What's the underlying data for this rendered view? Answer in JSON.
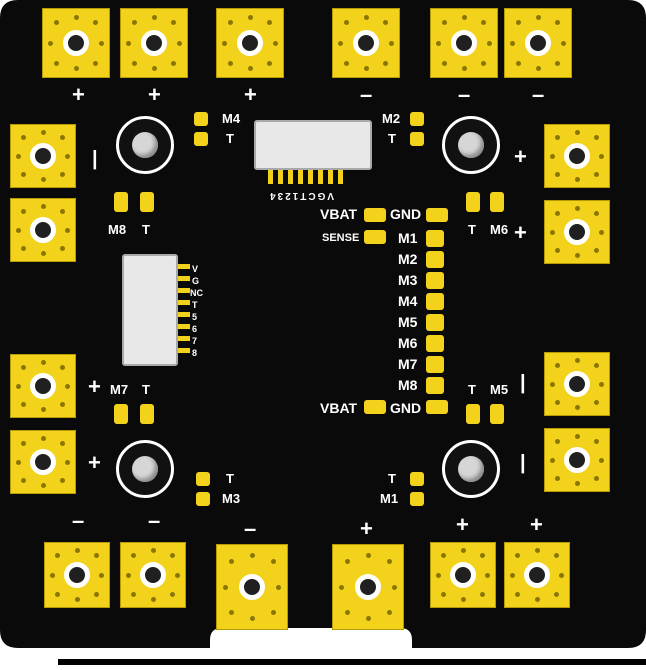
{
  "board": {
    "top_signs": [
      "+",
      "+",
      "+",
      "–",
      "–",
      "–"
    ],
    "bottom_signs": [
      "–",
      "–",
      "–",
      "+",
      "+",
      "+"
    ],
    "left_signs": [
      "|",
      "+",
      "+"
    ],
    "right_signs": [
      "+",
      "+",
      "|",
      "|"
    ],
    "motor_labels": {
      "m4": "M4",
      "m4t": "T",
      "m2": "M2",
      "m2t": "T",
      "m8": "M8",
      "m8t": "T",
      "m6": "M6",
      "m6t": "T",
      "m7": "M7",
      "m7t": "T",
      "m5": "M5",
      "m5t": "T",
      "m3": "M3",
      "m3t": "T",
      "m1": "M1",
      "m1t": "T"
    },
    "top_connector_label": "VGCT1234",
    "left_connector_labels": [
      "V",
      "G",
      "NC",
      "T",
      "5",
      "6",
      "7",
      "8"
    ],
    "pin_header": {
      "vbat_top": "VBAT",
      "gnd_top": "GND",
      "sense": "SENSE",
      "motors": [
        "M1",
        "M2",
        "M3",
        "M4",
        "M5",
        "M6",
        "M7",
        "M8"
      ],
      "vbat_bottom": "VBAT",
      "gnd_bottom": "GND"
    },
    "colors": {
      "pcb": "#0a0a0a",
      "copper": "#f2d21a",
      "silkscreen": "#ffffff"
    }
  }
}
